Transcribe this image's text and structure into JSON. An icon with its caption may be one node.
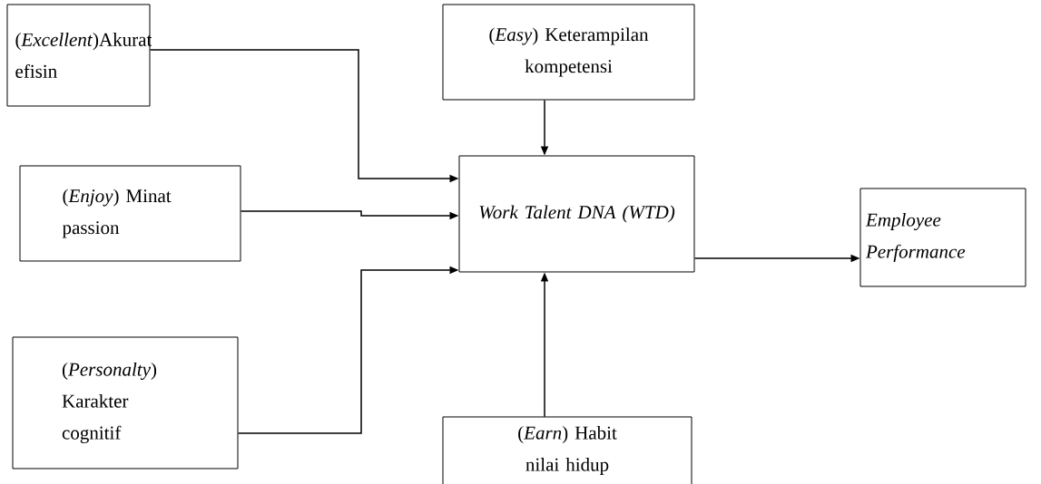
{
  "diagram": {
    "nodes": [
      {
        "text": [
          "(*Excellent*)Akurat efisin"
        ]
      },
      {
        "text": [
          "(*Easy*) Keterampilan kompetensi"
        ]
      },
      {
        "text": [
          "(*Enjoy*) Minat passion"
        ]
      },
      {
        "text": [
          "Work Talent DNA (WTD)"
        ]
      },
      {
        "text": [
          "Employee Performance"
        ]
      },
      {
        "text": [
          "(*Personalty*) Karakter cognitif"
        ]
      },
      {
        "text": [
          "(*Earn*) Habit nilai hidup"
        ]
      }
    ],
    "edges": [
      {
        "from": 0,
        "to": 3,
        "arrow": "to"
      },
      {
        "from": 1,
        "to": 3,
        "arrow": "to"
      },
      {
        "from": 2,
        "to": 3,
        "arrow": "to"
      },
      {
        "from": 5,
        "to": 3,
        "arrow": "to"
      },
      {
        "from": 6,
        "to": 3,
        "arrow": "to"
      },
      {
        "from": 3,
        "to": 4,
        "arrow": "to"
      }
    ]
  }
}
